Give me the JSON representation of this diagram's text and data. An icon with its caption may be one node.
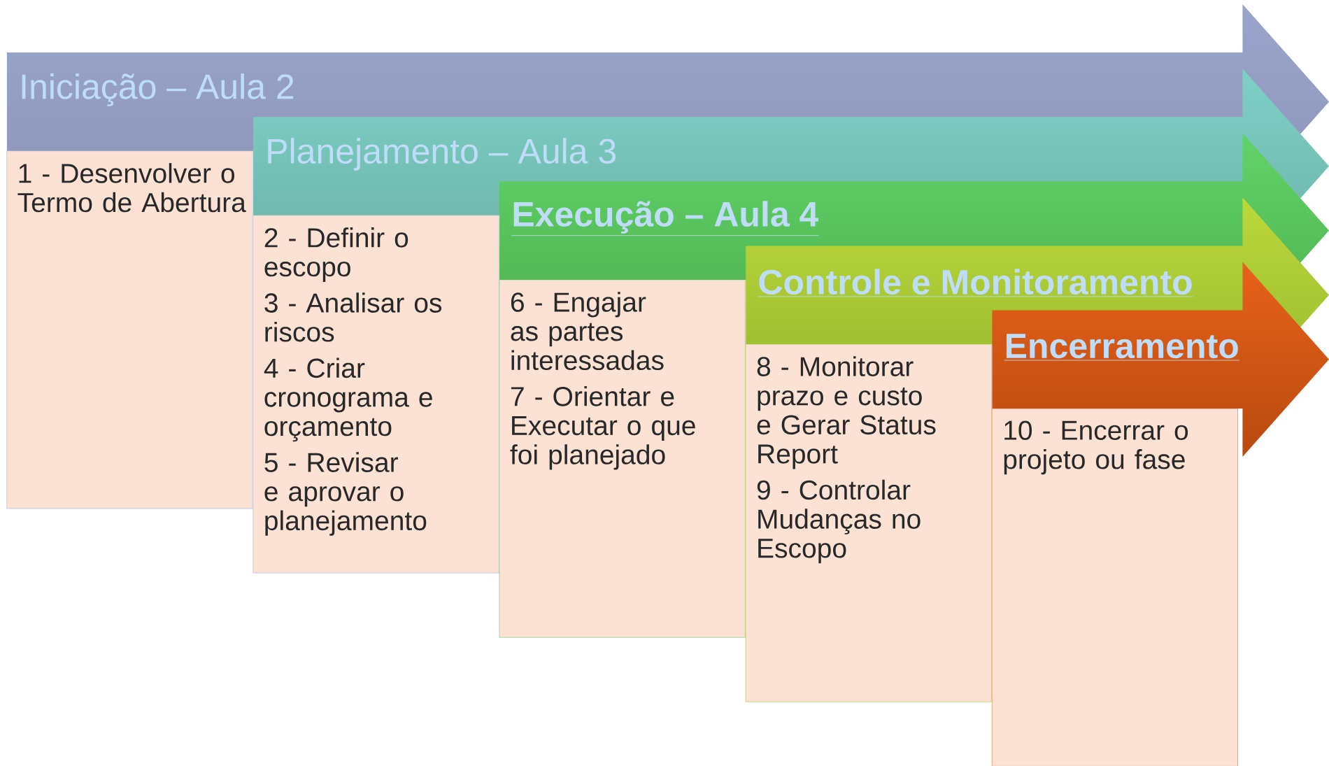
{
  "diagram": {
    "nodes": [
      {
        "text": [
          "Iniciação – Aula 2"
        ]
      },
      {
        "text": [
          "1 - Desenvolver o Termo de Abertura"
        ]
      },
      {
        "text": [
          "Planejamento – Aula 3"
        ]
      },
      {
        "text": [
          "2 - Definir o escopo",
          "3 - Analisar os riscos",
          "4 - Criar cronograma e orçamento",
          "5 - Revisar e aprovar o planejamento"
        ]
      },
      {
        "text": [
          "Execução – Aula 4"
        ]
      },
      {
        "text": [
          "6 - Engajar as partes interessadas",
          "7 - Orientar e Executar o que foi planejado"
        ]
      },
      {
        "text": [
          "Controle e Monitoramento"
        ]
      },
      {
        "text": [
          "8 - Monitorar prazo e custo e Gerar Status Report",
          "9 - Controlar Mudanças no Escopo"
        ]
      },
      {
        "text": [
          "Encerramento"
        ]
      },
      {
        "text": [
          "10 - Encerrar o projeto ou fase"
        ]
      }
    ],
    "edges": []
  }
}
